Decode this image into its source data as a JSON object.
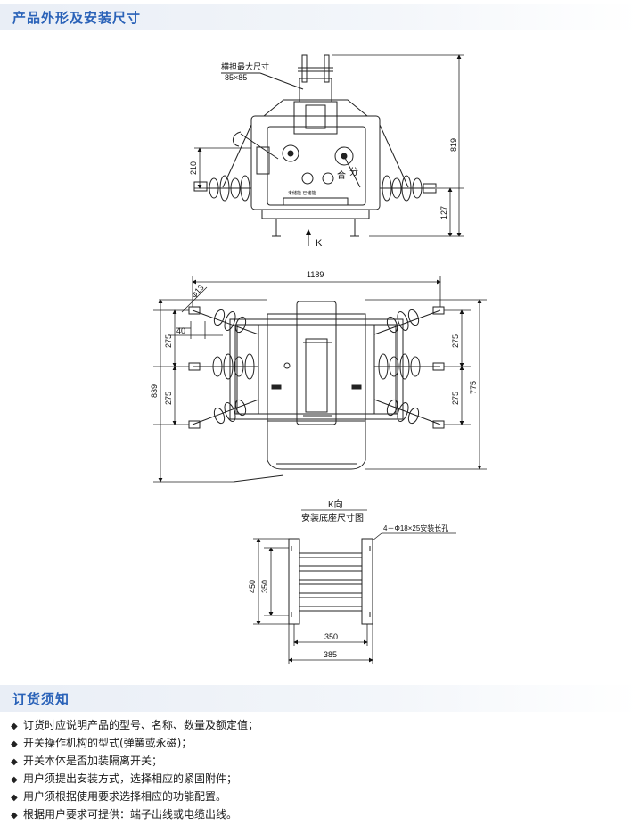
{
  "section1": {
    "title": "产品外形及安装尺寸"
  },
  "section2": {
    "title": "订货须知"
  },
  "drawing": {
    "front_callout_line1": "横担最大尺寸",
    "front_callout_line2": "85×85",
    "dim_819": "819",
    "dim_210": "210",
    "dim_127": "127",
    "panel_open": "合",
    "panel_close": "分",
    "panel_spring": "未储能 已储能",
    "view_arrow_label": "K",
    "dim_1189": "1189",
    "dim_phi13": "φ13",
    "dim_40": "40",
    "dim_275_left_top": "275",
    "dim_275_left_bottom": "275",
    "dim_839": "839",
    "dim_275_right_top": "275",
    "dim_275_right_bottom": "275",
    "dim_775": "775",
    "k_view_title": "K向",
    "k_view_subtitle": "安装底座尺寸图",
    "holes_label": "4－Φ18×25安装长孔",
    "dim_450": "450",
    "dim_350_v": "350",
    "dim_350_h": "350",
    "dim_385": "385"
  },
  "notes": {
    "bullet": "◆",
    "items": [
      "订货时应说明产品的型号、名称、数量及额定值；",
      "开关操作机构的型式(弹簧或永磁)；",
      "开关本体是否加装隔离开关；",
      "用户须提出安装方式，选择相应的紧固附件；",
      "用户须根据使用要求选择相应的功能配置。",
      "根据用户要求可提供：端子出线或电缆出线。"
    ]
  }
}
